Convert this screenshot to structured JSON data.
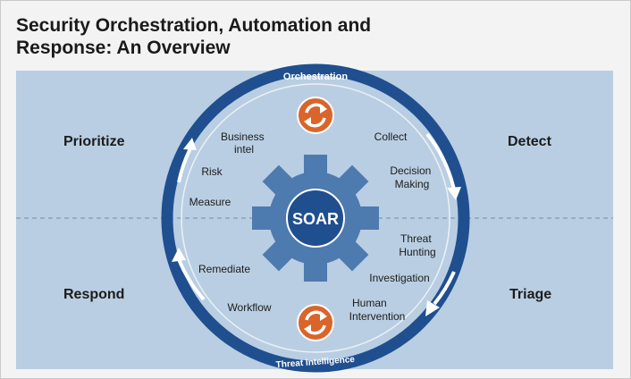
{
  "title": {
    "line1": "Security Orchestration, Automation and",
    "line2": "Response: An Overview"
  },
  "quadrants": {
    "top_left": "Prioritize",
    "top_right": "Detect",
    "bottom_left": "Respond",
    "bottom_right": "Triage"
  },
  "ring": {
    "top_label": "Orchestration",
    "bottom_label": "Threat Intelligence"
  },
  "center": "SOAR",
  "activities": {
    "business_intel": [
      "Business",
      "intel"
    ],
    "collect": "Collect",
    "risk": "Risk",
    "decision_making": [
      "Decision",
      "Making"
    ],
    "measure": "Measure",
    "threat_hunting": [
      "Threat",
      "Hunting"
    ],
    "remediate": "Remediate",
    "investigation": "Investigation",
    "workflow": "Workflow",
    "human_intervention": [
      "Human",
      "Intervention"
    ]
  },
  "colors": {
    "ring": "#1f4f8f",
    "gear": "#4d7aaf",
    "hub": "#1f4f8f",
    "accent_icon": "#d9652b",
    "panel": "#b9cee2"
  },
  "icons": [
    "orchestration-icon",
    "threat-intel-icon",
    "cycle-arrow-icon"
  ]
}
